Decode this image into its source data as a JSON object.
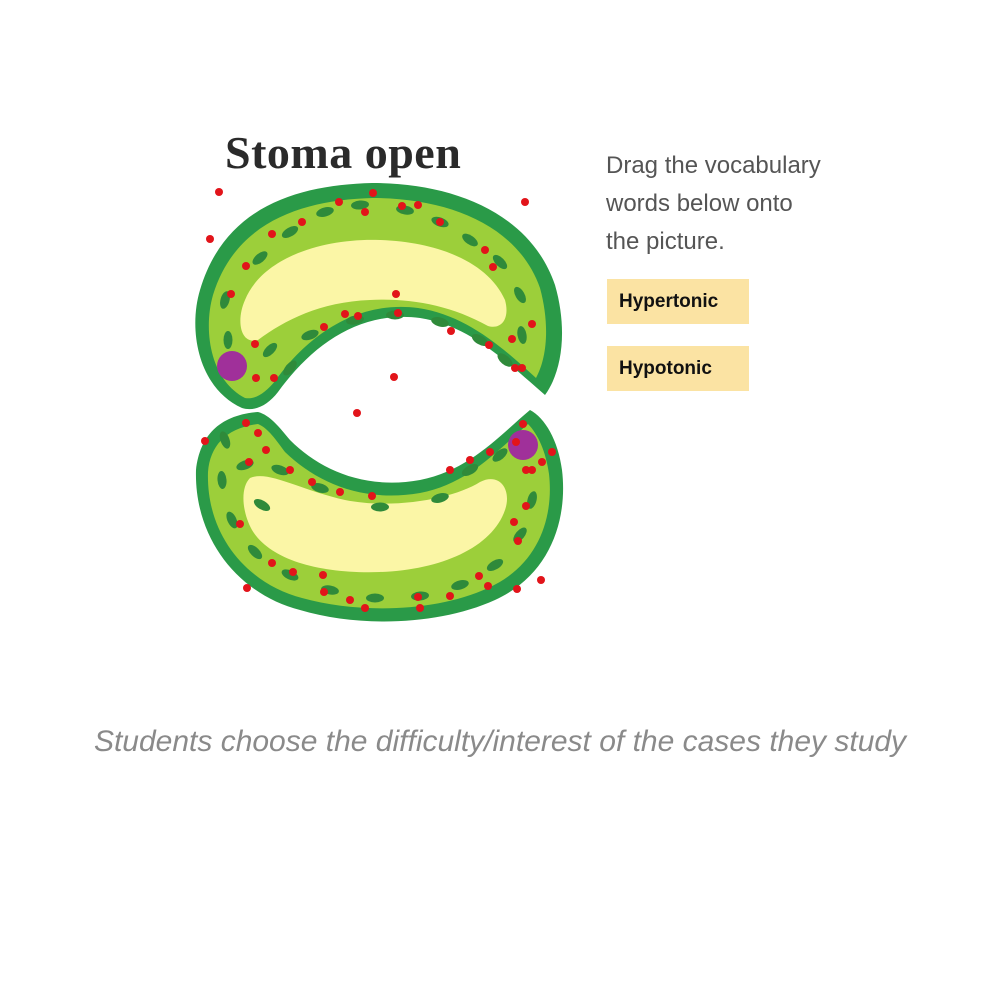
{
  "diagram": {
    "title": "Stoma open",
    "colors": {
      "cell_wall": "#2a9a48",
      "cytoplasm": "#9ccf3a",
      "vacuole": "#fbf6a6",
      "chloroplast": "#2f8a3a",
      "nucleus": "#a0309a",
      "solute_dot": "#e2141a"
    }
  },
  "activity": {
    "instructions": [
      "Drag the vocabulary",
      "words below onto",
      "the picture."
    ],
    "word_cards": [
      "Hypertonic",
      "Hypotonic"
    ]
  },
  "caption": "Students choose the difficulty/interest of the cases they study"
}
